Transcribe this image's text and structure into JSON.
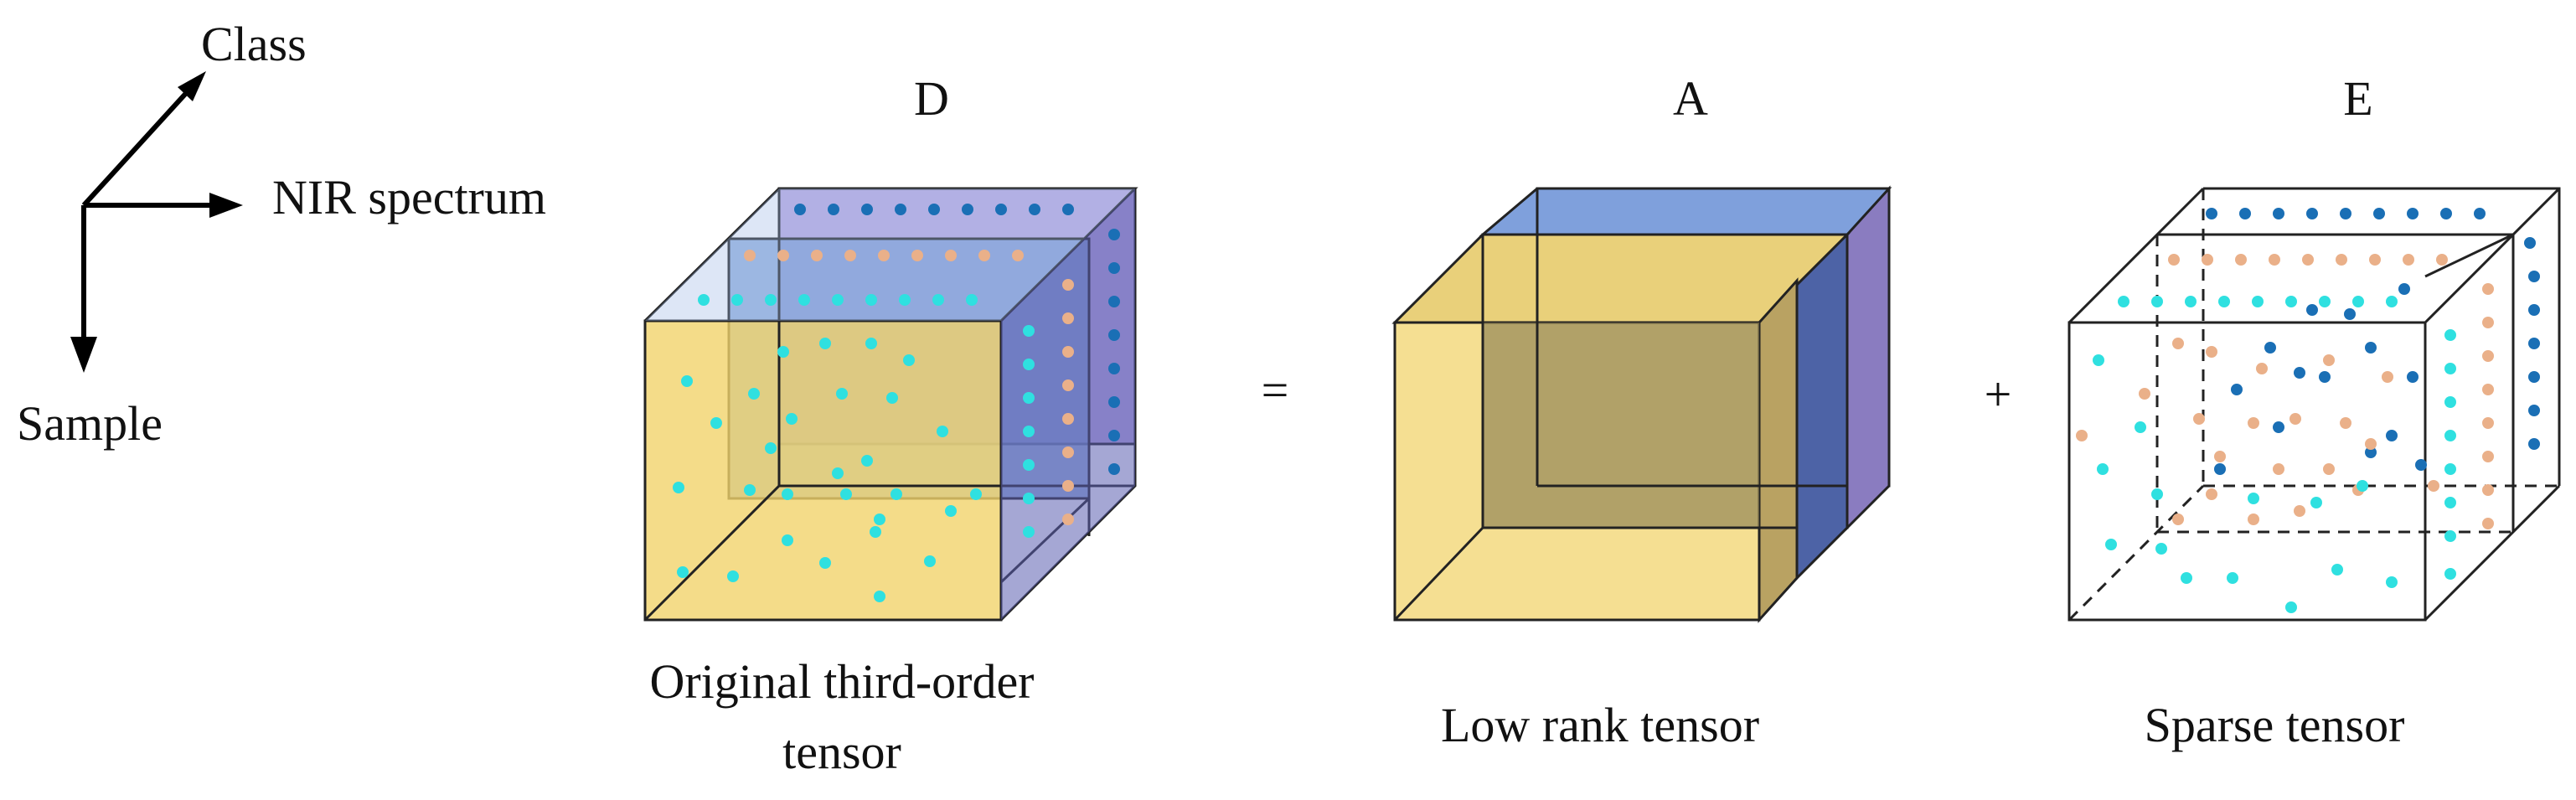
{
  "axes": {
    "class_label": "Class",
    "spectrum_label": "NIR spectrum",
    "sample_label": "Sample"
  },
  "tensors": {
    "d": {
      "symbol": "D",
      "caption_line1": "Original third-order",
      "caption_line2": "tensor"
    },
    "a": {
      "symbol": "A",
      "caption": "Low rank tensor"
    },
    "e": {
      "symbol": "E",
      "caption": "Sparse tensor"
    }
  },
  "operators": {
    "equals": "=",
    "plus": "+"
  },
  "colors": {
    "front_slice": "#f2d46e",
    "middle_slice": "#7b9fd6",
    "back_slice": "#b49be0",
    "dot_front": "#2fe0e0",
    "dot_middle": "#eab089",
    "dot_back": "#1a6fb5"
  }
}
